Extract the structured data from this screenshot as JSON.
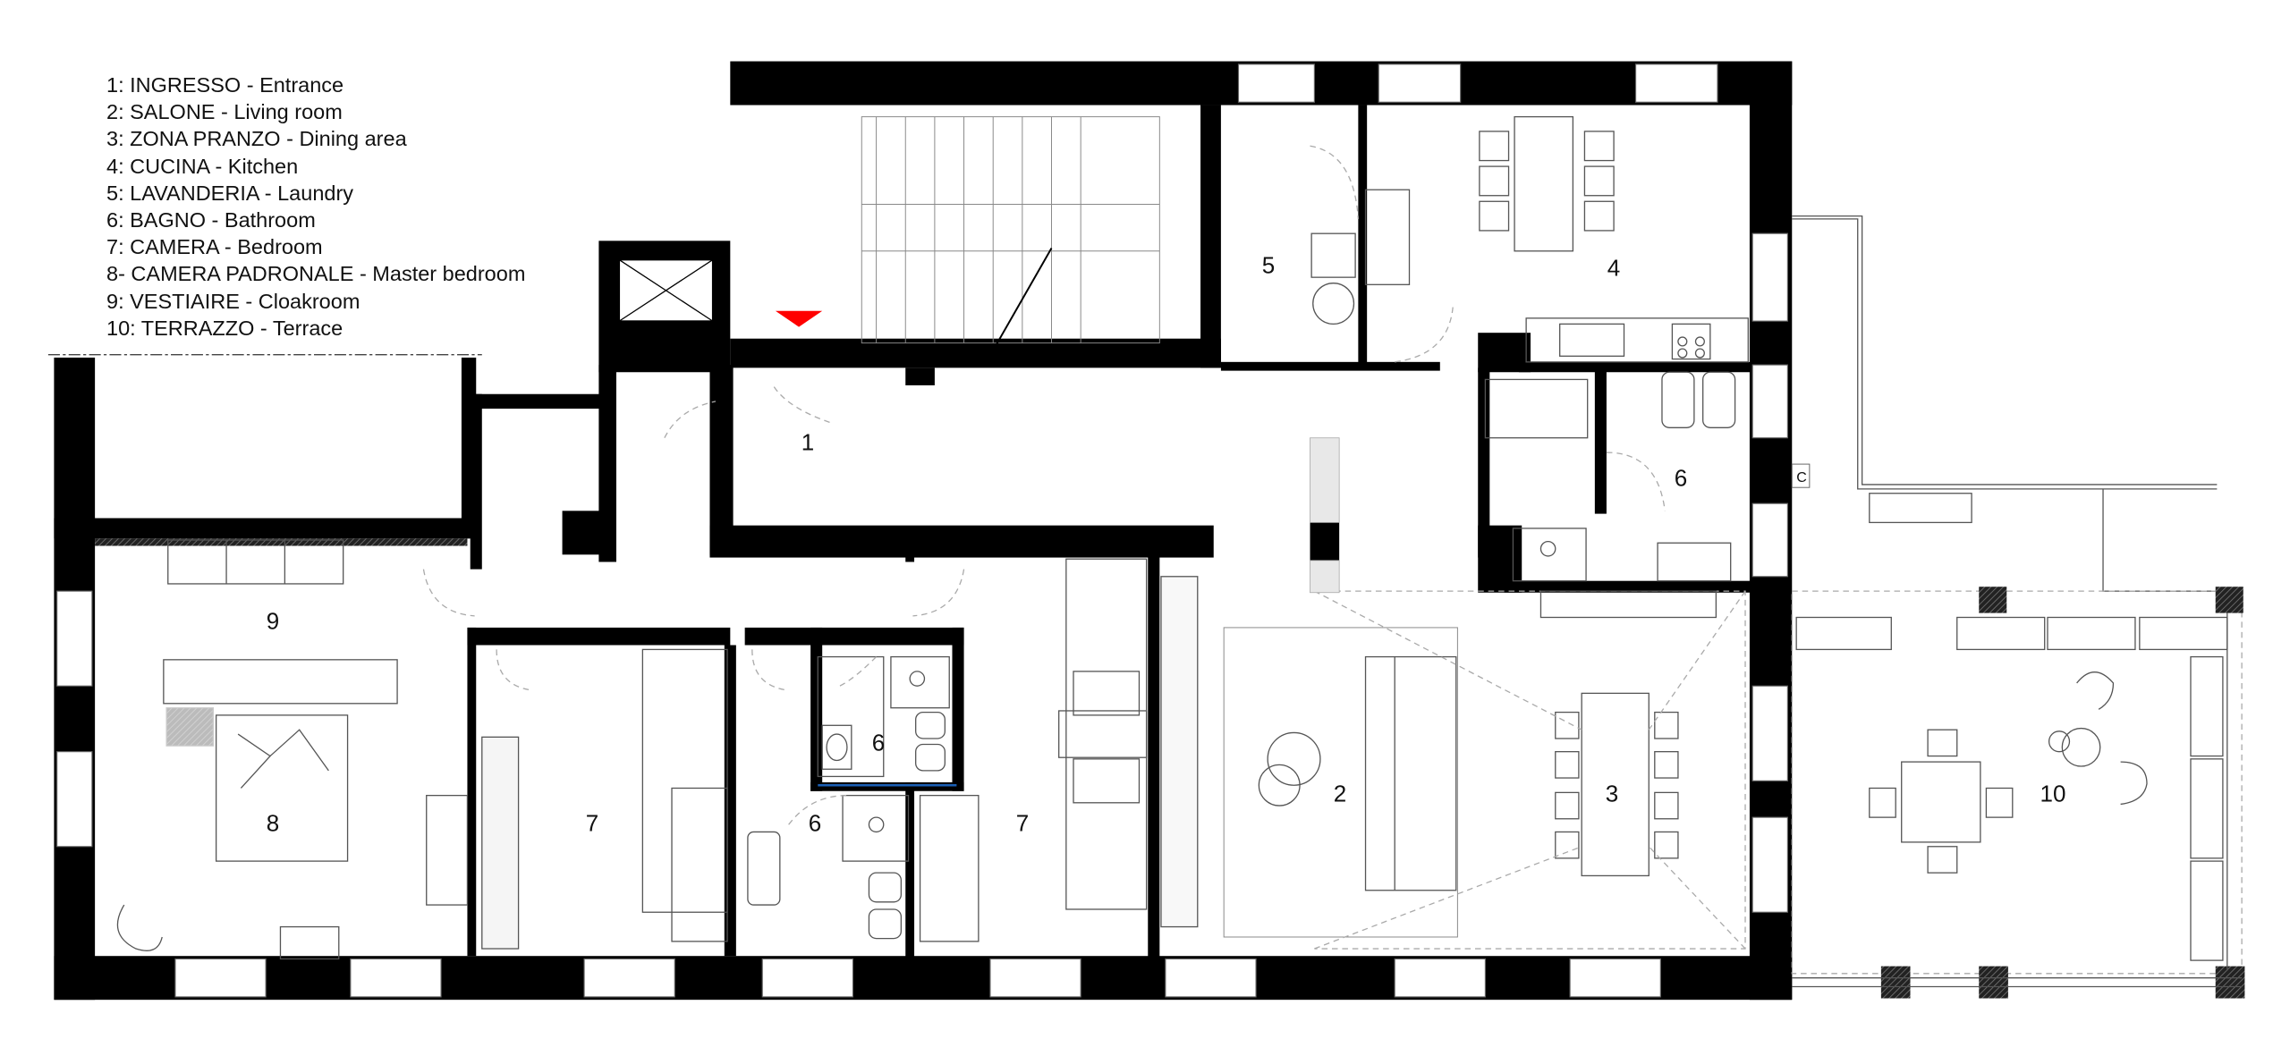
{
  "legend": {
    "items": [
      {
        "num": "1:",
        "it": "INGRESSO",
        "en": "Entrance",
        "text": "1: INGRESSO - Entrance"
      },
      {
        "num": "2:",
        "it": "SALONE",
        "en": "Living room",
        "text": "2: SALONE - Living room"
      },
      {
        "num": "3:",
        "it": "ZONA PRANZO",
        "en": "Dining area",
        "text": "3: ZONA PRANZO - Dining area"
      },
      {
        "num": "4:",
        "it": "CUCINA",
        "en": "Kitchen",
        "text": "4: CUCINA - Kitchen"
      },
      {
        "num": "5:",
        "it": "LAVANDERIA",
        "en": "Laundry",
        "text": "5: LAVANDERIA - Laundry"
      },
      {
        "num": "6:",
        "it": "BAGNO",
        "en": "Bathroom",
        "text": "6: BAGNO - Bathroom"
      },
      {
        "num": "7:",
        "it": "CAMERA",
        "en": "Bedroom",
        "text": "7: CAMERA - Bedroom"
      },
      {
        "num": "8-",
        "it": "CAMERA PADRONALE",
        "en": "Master bedroom",
        "text": "8- CAMERA PADRONALE - Master bedroom"
      },
      {
        "num": "9:",
        "it": "VESTIAIRE",
        "en": "Cloakroom",
        "text": "9: VESTIAIRE - Cloakroom"
      },
      {
        "num": "10:",
        "it": "TERRAZZO",
        "en": "Terrace",
        "text": "10: TERRAZZO - Terrace"
      }
    ]
  },
  "room_labels": {
    "entrance": "1",
    "living": "2",
    "dining": "3",
    "kitchen": "4",
    "laundry": "5",
    "bath_east": "6",
    "bath_inner": "6",
    "bath_south": "6",
    "bedroom_a": "7",
    "bedroom_b": "7",
    "master": "8",
    "cloak": "9",
    "terrace": "10"
  },
  "markers": {
    "entry_arrow_color": "#ff0000",
    "terrace_tag": "C"
  },
  "colors": {
    "wall": "#000000",
    "line": "#555555",
    "dashed": "#aaaaaa",
    "accent_blue": "#1a5fb4"
  }
}
